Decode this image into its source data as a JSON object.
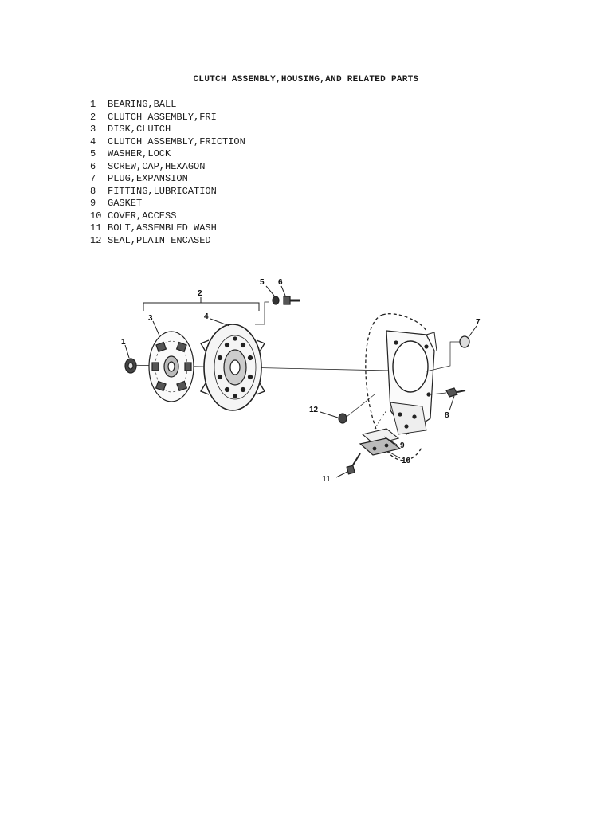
{
  "title": "CLUTCH ASSEMBLY,HOUSING,AND RELATED PARTS",
  "parts": [
    {
      "num": "1",
      "name": "BEARING,BALL"
    },
    {
      "num": "2",
      "name": "CLUTCH ASSEMBLY,FRI"
    },
    {
      "num": "3",
      "name": "DISK,CLUTCH"
    },
    {
      "num": "4",
      "name": "CLUTCH ASSEMBLY,FRICTION"
    },
    {
      "num": "5",
      "name": "WASHER,LOCK"
    },
    {
      "num": "6",
      "name": "SCREW,CAP,HEXAGON"
    },
    {
      "num": "7",
      "name": "PLUG,EXPANSION"
    },
    {
      "num": "8",
      "name": "FITTING,LUBRICATION"
    },
    {
      "num": "9",
      "name": "GASKET"
    },
    {
      "num": "10",
      "name": "COVER,ACCESS"
    },
    {
      "num": "11",
      "name": "BOLT,ASSEMBLED WASH"
    },
    {
      "num": "12",
      "name": "SEAL,PLAIN ENCASED"
    }
  ],
  "diagram": {
    "callouts": [
      "1",
      "2",
      "3",
      "4",
      "5",
      "6",
      "7",
      "8",
      "9",
      "10",
      "11",
      "12"
    ]
  }
}
